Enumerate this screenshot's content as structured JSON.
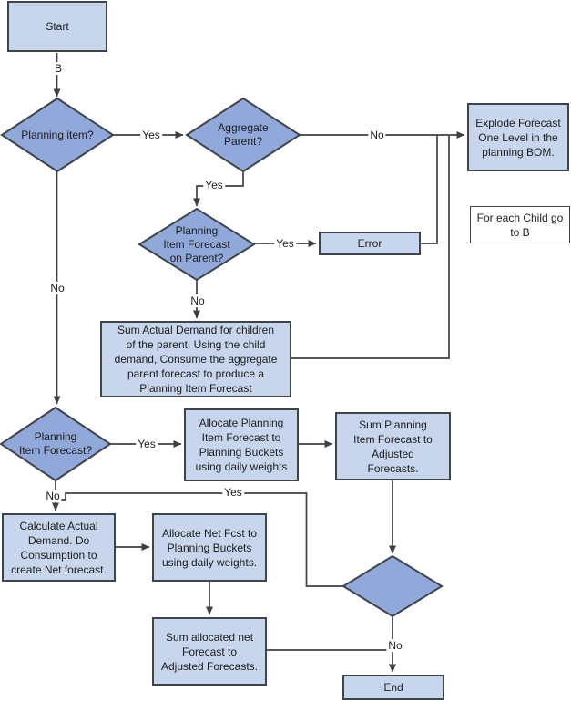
{
  "colors": {
    "background": "#ffffff",
    "box_fill": "#c7d6ec",
    "plain_fill": "#ffffff",
    "diamond_fill": "#91a8da",
    "border": "#3f434a",
    "line": "#404040",
    "text": "#1d1d1d"
  },
  "nodes": {
    "start": {
      "label": "Start"
    },
    "planning_item": {
      "label": "Planning item?"
    },
    "aggregate_parent": {
      "label": "Aggregate\nParent?"
    },
    "explode": {
      "label": "Explode Forecast\nOne Level in the\nplanning BOM."
    },
    "for_each_child": {
      "label": "For each Child go\nto B"
    },
    "pif_on_parent": {
      "label": "Planning\nItem Forecast\non Parent?"
    },
    "error": {
      "label": "Error"
    },
    "sum_actual": {
      "label": "Sum Actual Demand for children\nof the parent. Using the child\ndemand, Consume the aggregate\nparent forecast to produce a\nPlanning Item Forecast"
    },
    "planning_item_forecast": {
      "label": "Planning\nItem Forecast?"
    },
    "allocate_pif": {
      "label": "Allocate Planning\nItem Forecast to\nPlanning Buckets\nusing daily weights"
    },
    "sum_pif": {
      "label": "Sum Planning\nItem Forecast to\nAdjusted\nForecasts."
    },
    "calculate_actual": {
      "label": "Calculate Actual\nDemand. Do\nConsumption to\ncreate Net forecast."
    },
    "allocate_net": {
      "label": "Allocate Net Fcst to\nPlanning Buckets\nusing daily weights."
    },
    "sum_net": {
      "label": "Sum allocated net\nForecast to\nAdjusted Forecasts."
    },
    "end": {
      "label": "End"
    }
  },
  "edge_labels": {
    "b": "B",
    "planning_yes": "Yes",
    "aggregate_no": "No",
    "aggregate_yes": "Yes",
    "parent_yes": "Yes",
    "parent_no": "No",
    "planning_no": "No",
    "pif_yes": "Yes",
    "pif_no": "No",
    "entered_yes": "Yes",
    "entered_no": "No"
  }
}
